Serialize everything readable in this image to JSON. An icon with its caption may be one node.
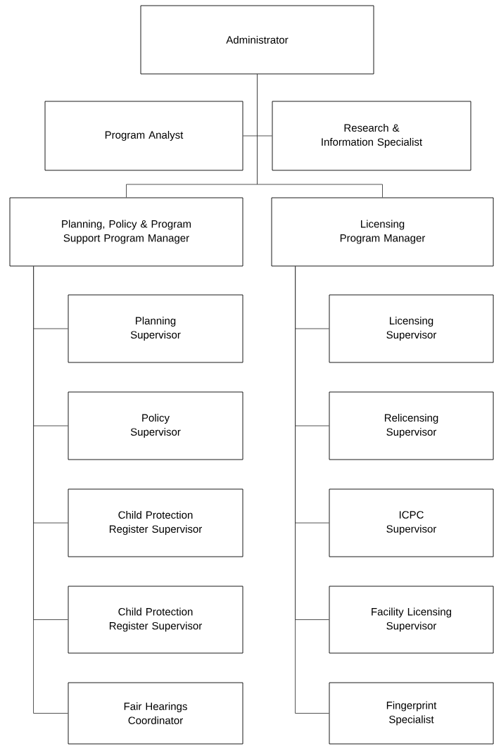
{
  "diagram": {
    "nodes": [
      {
        "text": [
          "Administrator"
        ]
      },
      {
        "text": [
          "Program Analyst"
        ]
      },
      {
        "text": [
          "Research & Information Specialist"
        ]
      },
      {
        "text": [
          "Planning, Policy & Program Support Program Manager"
        ]
      },
      {
        "text": [
          "Licensing Program Manager"
        ]
      },
      {
        "text": [
          "Planning Supervisor"
        ]
      },
      {
        "text": [
          "Policy Supervisor"
        ]
      },
      {
        "text": [
          "Child Protection Register Supervisor"
        ]
      },
      {
        "text": [
          "Child Protection Register Supervisor"
        ]
      },
      {
        "text": [
          "Fair Hearings Coordinator"
        ]
      },
      {
        "text": [
          "Licensing Supervisor"
        ]
      },
      {
        "text": [
          "Relicensing Supervisor"
        ]
      },
      {
        "text": [
          "ICPC Supervisor"
        ]
      },
      {
        "text": [
          "Facility Licensing Supervisor"
        ]
      },
      {
        "text": [
          "Fingerprint Specialist"
        ]
      }
    ],
    "edges": [
      {
        "from": 0,
        "to": 1,
        "arrow": "none"
      },
      {
        "from": 0,
        "to": 2,
        "arrow": "none"
      },
      {
        "from": 0,
        "to": 3,
        "arrow": "none"
      },
      {
        "from": 0,
        "to": 4,
        "arrow": "none"
      },
      {
        "from": 3,
        "to": 5,
        "arrow": "none"
      },
      {
        "from": 3,
        "to": 6,
        "arrow": "none"
      },
      {
        "from": 3,
        "to": 7,
        "arrow": "none"
      },
      {
        "from": 3,
        "to": 8,
        "arrow": "none"
      },
      {
        "from": 3,
        "to": 9,
        "arrow": "none"
      },
      {
        "from": 4,
        "to": 10,
        "arrow": "none"
      },
      {
        "from": 4,
        "to": 11,
        "arrow": "none"
      },
      {
        "from": 4,
        "to": 12,
        "arrow": "none"
      },
      {
        "from": 4,
        "to": 13,
        "arrow": "none"
      },
      {
        "from": 4,
        "to": 14,
        "arrow": "none"
      }
    ]
  }
}
